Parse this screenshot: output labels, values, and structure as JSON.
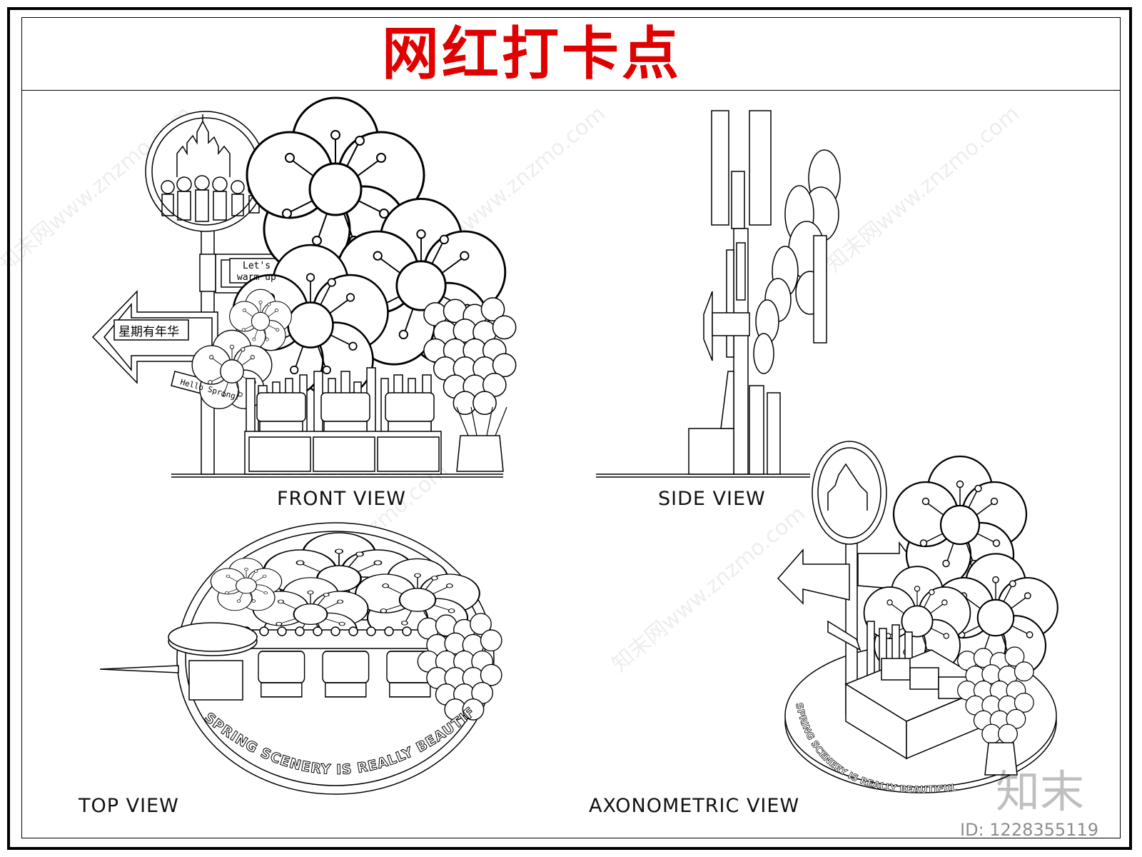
{
  "title": "网红打卡点",
  "views": {
    "front": "FRONT VIEW",
    "side": "SIDE VIEW",
    "top": "TOP VIEW",
    "axonometric": "AXONOMETRIC VIEW"
  },
  "signs": {
    "arrow_right": [
      "Let's",
      "warm up"
    ],
    "arrow_left": "星期有年华",
    "small_sign": "Hello Spring!"
  },
  "base_text": "SPRING SCENERY IS REALLY BEAUTIFUL",
  "watermark": "知末网www.znzmo.com",
  "brand": {
    "logo": "知末",
    "id": "ID: 1228355119"
  },
  "colors": {
    "title": "#e00000",
    "line": "#000000",
    "background": "#ffffff"
  }
}
